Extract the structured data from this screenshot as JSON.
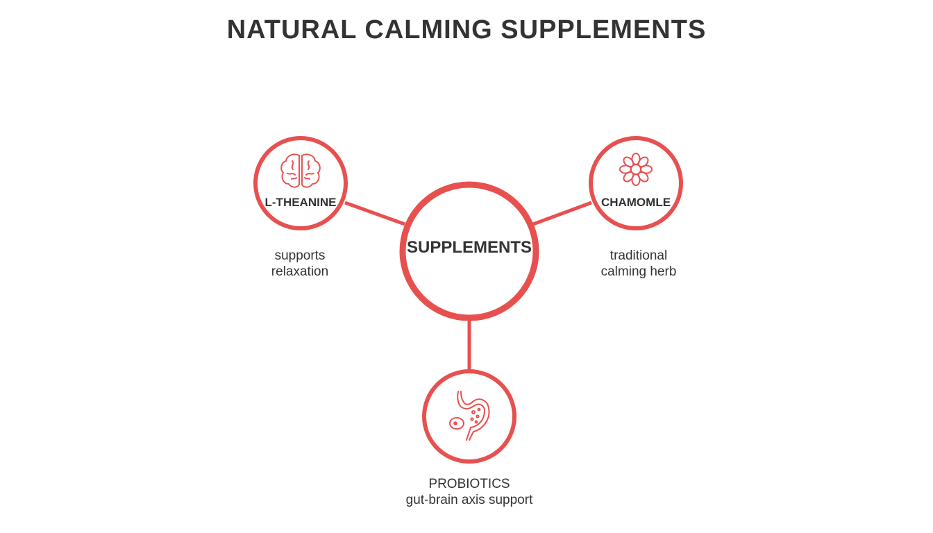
{
  "title": "NATURAL CALMING SUPPLEMENTS",
  "colors": {
    "accent": "#E85050",
    "text": "#333333",
    "background": "#FFFFFF"
  },
  "center": {
    "label": "SUPPLEMENTS"
  },
  "nodes": [
    {
      "id": "l-theanine",
      "label": "L-THEANINE",
      "icon": "brain-icon",
      "caption_lines": [
        "supports",
        "relaxation"
      ]
    },
    {
      "id": "chamomile",
      "label": "CHAMOMLE",
      "icon": "flower-icon",
      "caption_lines": [
        "traditional",
        "calming herb"
      ]
    },
    {
      "id": "probiotics",
      "label": "",
      "icon": "stomach-icon",
      "caption_lines": [
        "PROBIOTICS",
        "gut-brain axis support"
      ]
    }
  ]
}
